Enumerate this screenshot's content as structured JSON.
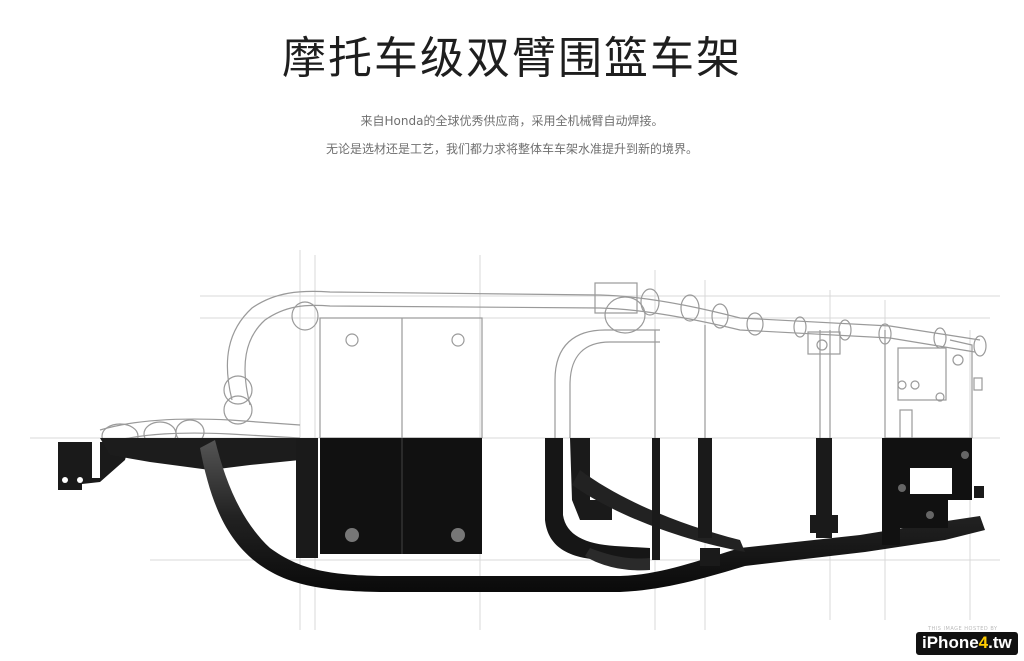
{
  "header": {
    "title": "摩托车级双臂围篮车架",
    "line1": "来自Honda的全球优秀供应商，采用全机械臂自动焊接。",
    "line2": "无论是选材还是工艺，我们都力求将整体车车架水准提升到新的境界。"
  },
  "watermark": {
    "hosted": "THIS IMAGE HOSTED BY",
    "logo_left": "iPhone",
    "logo_num": "4",
    "logo_right": ".tw"
  },
  "colors": {
    "dark_frame": "#1a1a1a",
    "line": "#9a9a9a",
    "background": "#ffffff"
  }
}
